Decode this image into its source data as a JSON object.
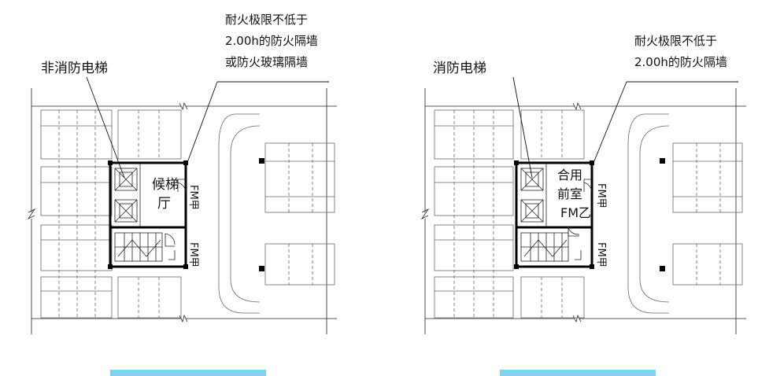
{
  "left_plan": {
    "elevator_label": "非消防电梯",
    "wall_note_lines": [
      "耐火极限不低于",
      "2.00h的防火隔墙",
      "或防火玻璃隔墙"
    ],
    "hall_label_lines": [
      "候梯",
      "厅"
    ],
    "door_upper": "FM甲",
    "door_lower": "FM甲"
  },
  "right_plan": {
    "elevator_label": "消防电梯",
    "wall_note_lines": [
      "耐火极限不低于",
      "2.00h的防火隔墙"
    ],
    "hall_label_lines": [
      "合用",
      "前室"
    ],
    "inner_door": "FM乙",
    "door_upper": "FM甲",
    "door_lower": "FM甲"
  },
  "colors": {
    "caption_bar": "#7ed3ef",
    "line": "#222222",
    "wall": "#000000"
  }
}
